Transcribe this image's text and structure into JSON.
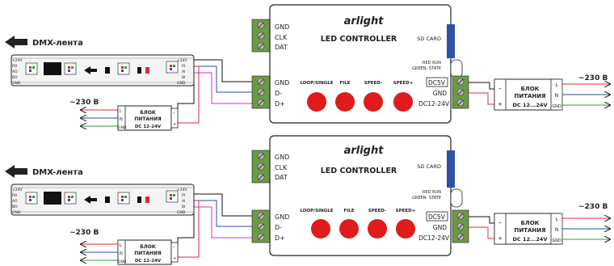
{
  "brand": "arlight",
  "controller_title": "LED CONTROLLER",
  "sd_card": "SD CARD",
  "status_line1": "RED RUN",
  "status_line2": "GREEN- STATE",
  "left_terminal_top": [
    "GND",
    "CLK",
    "DAT"
  ],
  "left_terminal_bottom": [
    "GND",
    "D-",
    "D+"
  ],
  "buttons": [
    "LOOP/SINGLE",
    "FILE",
    "SPEED-",
    "SPEED+"
  ],
  "power_terminal": [
    "DC5V",
    "GND",
    "DC12-24V"
  ],
  "strip_label": "DMX-лента",
  "strip_pins_left": [
    "+24V",
    "PO",
    "AO",
    "BO",
    "GND"
  ],
  "strip_pins_right": [
    "+24V",
    "PI",
    "AI",
    "BI",
    "GND"
  ],
  "psu_large": {
    "line1": "БЛОК",
    "line2": "ПИТАНИЯ",
    "line3": "DC 12...24V",
    "terms": [
      "L",
      "N",
      "GND"
    ]
  },
  "psu_small": {
    "line1": "БЛОК",
    "line2": "ПИТАНИЯ",
    "line3": "DC 12-24V",
    "terms": [
      "L",
      "N",
      "GND"
    ]
  },
  "mains": "~230 В",
  "minus": "–",
  "plus": "+",
  "colors": {
    "red": "#e0283a",
    "purple": "#cc33cc",
    "blue": "#2a4ab0",
    "green": "#2e9e3a",
    "black": "#111111",
    "gray": "#777777",
    "button": "#e01b1b",
    "terminal_green": "#6b9a44",
    "sd_blue": "#2c52a8"
  }
}
